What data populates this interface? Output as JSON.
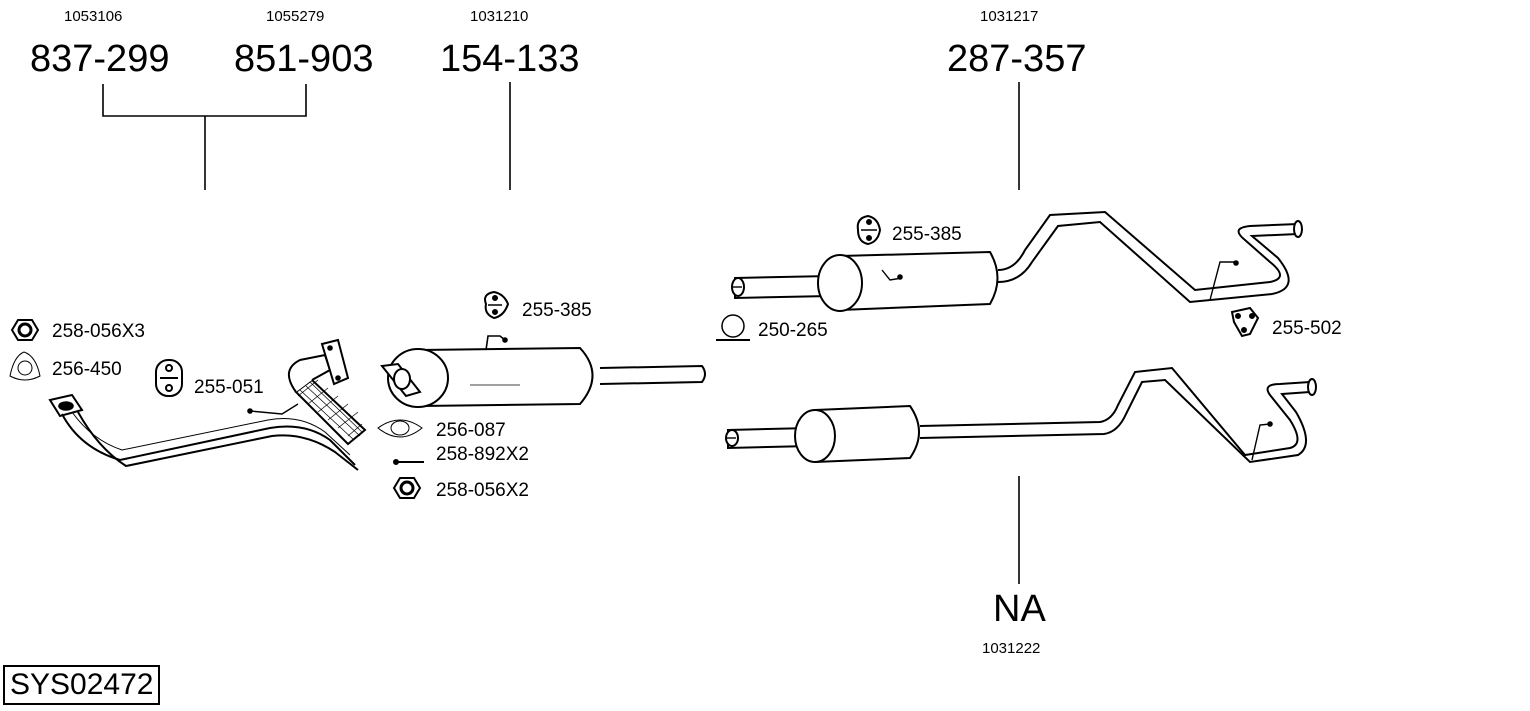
{
  "diagram": {
    "system_id": "SYS02472",
    "groups": [
      {
        "ref": "1053106",
        "part": "837-299"
      },
      {
        "ref": "1055279",
        "part": "851-903"
      },
      {
        "ref": "1031210",
        "part": "154-133"
      },
      {
        "ref": "1031217",
        "part": "287-357"
      },
      {
        "ref": "1031222",
        "part": "NA"
      }
    ],
    "components": [
      {
        "label": "258-056X3",
        "icon": "hex-nut-icon"
      },
      {
        "label": "256-450",
        "icon": "three-bolt-gasket-icon"
      },
      {
        "label": "255-051",
        "icon": "rubber-hanger-icon"
      },
      {
        "label": "255-385",
        "icon": "rubber-mount-icon"
      },
      {
        "label": "256-087",
        "icon": "two-bolt-gasket-icon"
      },
      {
        "label": "258-892X2",
        "icon": "bolt-icon"
      },
      {
        "label": "258-056X2",
        "icon": "hex-nut-icon"
      },
      {
        "label": "255-385",
        "icon": "rubber-mount-icon"
      },
      {
        "label": "250-265",
        "icon": "pipe-clamp-icon"
      },
      {
        "label": "255-502",
        "icon": "rubber-hanger-icon"
      }
    ]
  }
}
